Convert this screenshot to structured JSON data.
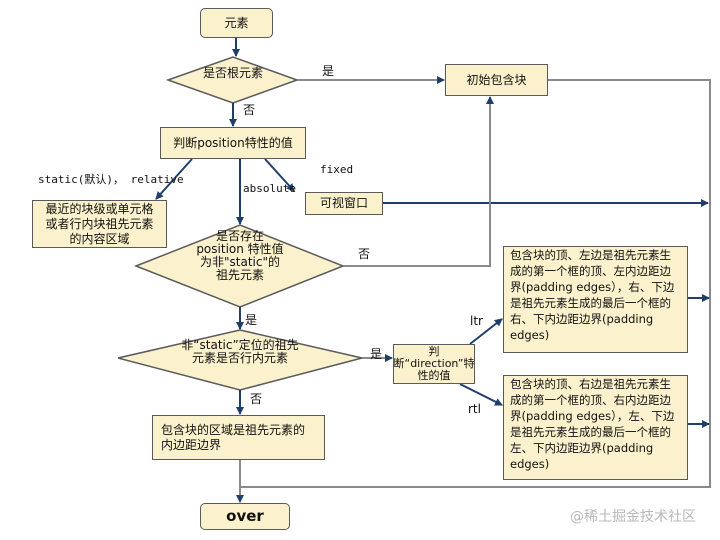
{
  "nodes": {
    "start": "元素",
    "is_root": "是否根元素",
    "initial_block": "初始包含块",
    "position_check": "判断position特性的值",
    "static_result": "最近的块级或单元格或者行内块祖先元素的内容区域",
    "viewport": "可视窗口",
    "has_positioned_ancestor": "是否存在position 特性值为非\"static\"的祖先元素",
    "inline_ancestor": "非“static”定位的祖先元素是否行内元素",
    "direction_check": "判断“direction”特性的值",
    "ltr_result": "包含块的顶、左边是祖先元素生成的第一个框的顶、左内边距边界(padding edges），右、下边是祖先元素生成的最后一个框的右、下内边距边界(padding edges)",
    "rtl_result": "包含块的顶、右边是祖先元素生成的第一个框的顶、右内边距边界(padding edges），左、下边是祖先元素生成的最后一个框的左、下内边距边界(padding edges)",
    "padding_result": "包含块的区域是祖先元素的内边距边界",
    "end": "over"
  },
  "edge_labels": {
    "root_yes": "是",
    "root_no": "否",
    "static_relative": "static(默认)， relative",
    "absolute": "absolute",
    "fixed": "fixed",
    "ancestor_no": "否",
    "ancestor_yes": "是",
    "inline_yes": "是",
    "inline_no": "否",
    "ltr": "ltr",
    "rtl": "rtl"
  },
  "watermark": "@稀土掘金技术社区",
  "colors": {
    "box_fill": "#fbf1cc",
    "arrow": "#1f3f6a",
    "connector": "#8a8a8a"
  }
}
